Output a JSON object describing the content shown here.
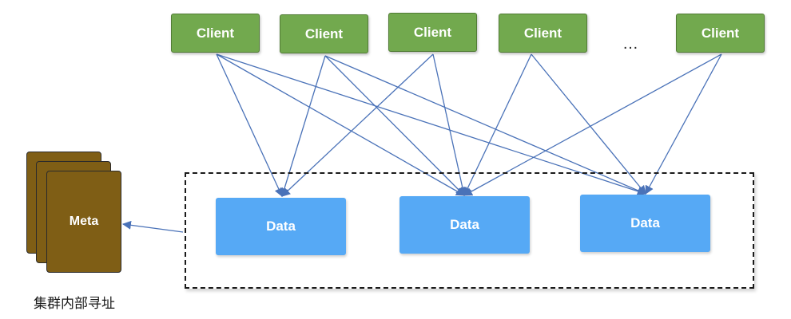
{
  "diagram": {
    "clients": [
      {
        "label": "Client"
      },
      {
        "label": "Client"
      },
      {
        "label": "Client"
      },
      {
        "label": "Client"
      },
      {
        "label": "Client"
      }
    ],
    "ellipsis": "…",
    "data_nodes": [
      {
        "label": "Data"
      },
      {
        "label": "Data"
      },
      {
        "label": "Data"
      }
    ],
    "meta": {
      "label": "Meta"
    },
    "caption": "集群内部寻址",
    "colors": {
      "client_fill": "#72a94e",
      "data_fill": "#56a9f5",
      "meta_fill": "#7f5e15",
      "arrow": "#4a72b8"
    },
    "connections": [
      {
        "from": "client-1",
        "to": "data-1"
      },
      {
        "from": "client-1",
        "to": "data-2"
      },
      {
        "from": "client-1",
        "to": "data-3"
      },
      {
        "from": "client-2",
        "to": "data-1"
      },
      {
        "from": "client-2",
        "to": "data-2"
      },
      {
        "from": "client-2",
        "to": "data-3"
      },
      {
        "from": "client-3",
        "to": "data-1"
      },
      {
        "from": "client-3",
        "to": "data-2"
      },
      {
        "from": "client-4",
        "to": "data-2"
      },
      {
        "from": "client-4",
        "to": "data-3"
      },
      {
        "from": "client-5",
        "to": "data-2"
      },
      {
        "from": "client-5",
        "to": "data-3"
      },
      {
        "from": "cluster",
        "to": "meta"
      }
    ]
  }
}
